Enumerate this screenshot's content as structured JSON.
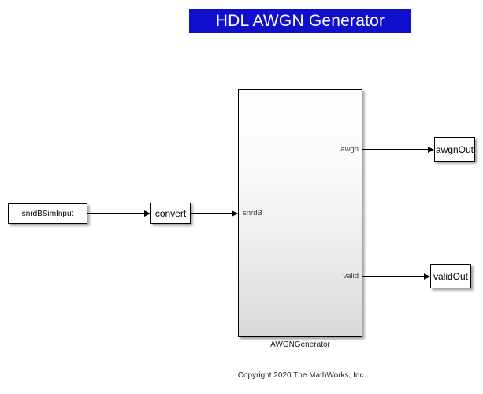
{
  "title_banner": {
    "text": "HDL AWGN Generator",
    "bg_color": "#1010CC",
    "text_color": "#FFFFFF"
  },
  "diagram": {
    "blocks": {
      "inport": {
        "label": "snrdBSimInput"
      },
      "convert": {
        "label": "convert"
      },
      "subsystem": {
        "label": "AWGNGenerator",
        "ports": {
          "input": "snrdB",
          "output1": "awgn",
          "output2": "valid"
        }
      },
      "outport_awgn": {
        "label": "awgnOut"
      },
      "outport_valid": {
        "label": "validOut"
      }
    },
    "colors": {
      "block_border": "#000000",
      "block_fill": "#FFFFFF",
      "subsystem_fill_bottom": "#D9D9D9",
      "signal_line": "#000000"
    }
  },
  "footer": {
    "copyright": "Copyright 2020 The MathWorks, Inc."
  }
}
